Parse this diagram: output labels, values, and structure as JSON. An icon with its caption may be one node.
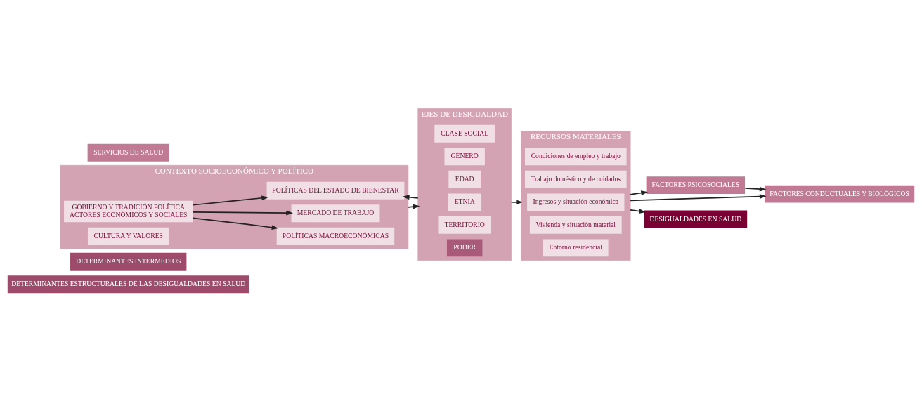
{
  "diagram": {
    "nodes": [
      {
        "text": [
          "DETERMINANTES ESTRUCTURALES DE LAS DESIGUALDADES EN SALUD"
        ]
      },
      {
        "text": [
          "DETERMINANTES INTERMEDIOS"
        ]
      },
      {
        "text": [
          "CONTEXTO SOCIOECONÓMICO Y POLÍTICO"
        ]
      },
      {
        "text": [
          "GOBIERNO Y TRADICIÓN POLÍTICA",
          "ACTORES ECONÓMICOS Y SOCIALES"
        ],
        "in": 2
      },
      {
        "text": [
          "POLÍTICAS MACROECONÓMICAS"
        ],
        "in": 2
      },
      {
        "text": [
          "MERCADO DE TRABAJO"
        ],
        "in": 2
      },
      {
        "text": [
          "POLÍTICAS DEL ESTADO DE BIENESTAR"
        ],
        "in": 2
      },
      {
        "text": [
          "CULTURA Y VALORES"
        ],
        "in": 2
      },
      {
        "text": [
          "EJES DE DESIGUALDAD"
        ]
      },
      {
        "text": [
          "CLASE SOCIAL"
        ],
        "in": 8
      },
      {
        "text": [
          "GÉNERO"
        ],
        "in": 8
      },
      {
        "text": [
          "EDAD"
        ],
        "in": 8
      },
      {
        "text": [
          "ETNIA"
        ],
        "in": 8
      },
      {
        "text": [
          "TERRITORIO"
        ],
        "in": 8
      },
      {
        "text": [
          "PODER"
        ],
        "in": 8
      },
      {
        "text": [
          "RECURSOS MATERIALES"
        ]
      },
      {
        "text": [
          "Condiciones de empleo y trabajo"
        ],
        "in": 15
      },
      {
        "text": [
          "Trabajo doméstico y de cuidados"
        ],
        "in": 15
      },
      {
        "text": [
          "Ingresos y situación económica"
        ],
        "in": 15
      },
      {
        "text": [
          "Vivienda y situación material"
        ],
        "in": 15
      },
      {
        "text": [
          "Entorno residencial"
        ],
        "in": 15
      },
      {
        "text": [
          "FACTORES PSICOSOCIALES"
        ]
      },
      {
        "text": [
          "FACTORES CONDUCTUALES Y BIOLÓGICOS"
        ]
      },
      {
        "text": [
          "SERVICIOS DE SALUD"
        ]
      },
      {
        "text": [
          "DESIGUALDADES EN SALUD"
        ]
      }
    ],
    "edges": [
      {
        "from": 3,
        "to": 4,
        "arrow": "to"
      },
      {
        "from": 3,
        "to": 5,
        "arrow": "to"
      },
      {
        "from": 3,
        "to": 6,
        "arrow": "to"
      },
      {
        "from": 2,
        "to": 8,
        "arrow": "to"
      },
      {
        "from": 8,
        "to": 6,
        "arrow": "to"
      },
      {
        "from": 8,
        "to": 15,
        "arrow": "to"
      },
      {
        "from": 15,
        "to": 21,
        "arrow": "to"
      },
      {
        "from": 15,
        "to": 22,
        "arrow": "to"
      },
      {
        "from": 21,
        "to": 22,
        "arrow": "to"
      },
      {
        "from": 15,
        "to": 24,
        "arrow": "to"
      }
    ]
  }
}
